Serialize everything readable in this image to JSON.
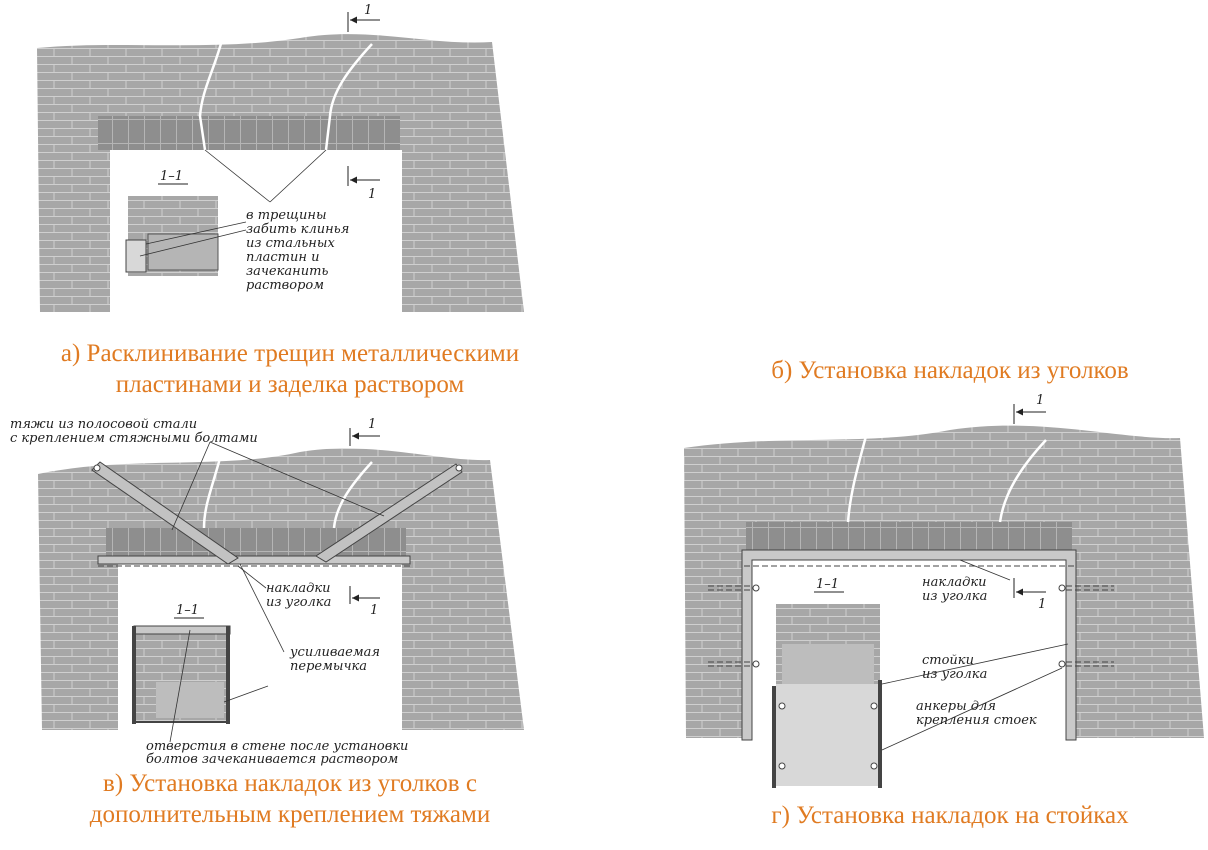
{
  "colors": {
    "wall": "#a7a7a7",
    "brick_line": "#cfcfcf",
    "lintel": "#8e8e8e",
    "steel": "#c9c9c9",
    "caption": "#e07b22",
    "crack": "#ffffff"
  },
  "section_marks": {
    "mark": "1",
    "section": "1–1"
  },
  "captions": {
    "a": {
      "line1": "а) Расклинивание трещин металлическими",
      "line2": "пластинами и заделка раствором"
    },
    "b": {
      "line1": "б) Установка накладок из уголков"
    },
    "c": {
      "line1": "в) Установка накладок из уголков с",
      "line2": "дополнительным креплением тяжами"
    },
    "d": {
      "line1": "г) Установка накладок на стойках"
    }
  },
  "panel_a": {
    "callout": [
      "в трещины",
      "забить клинья",
      "из стальных",
      "пластин и",
      "зачеканить",
      "раствором"
    ]
  },
  "panel_c": {
    "rods": [
      "тяжи из полосовой стали",
      "с креплением стяжными болтами"
    ],
    "angles": [
      "накладки",
      "из уголка"
    ],
    "lintel": [
      "усиливаемая",
      "перемычка"
    ],
    "holes": [
      "отверстия в стене после установки",
      "болтов зачеканивается раствором"
    ]
  },
  "panel_d": {
    "angles": [
      "накладки",
      "из уголка"
    ],
    "posts": [
      "стойки",
      "из уголка"
    ],
    "anchors": [
      "анкеры для",
      "крепления стоек"
    ]
  }
}
